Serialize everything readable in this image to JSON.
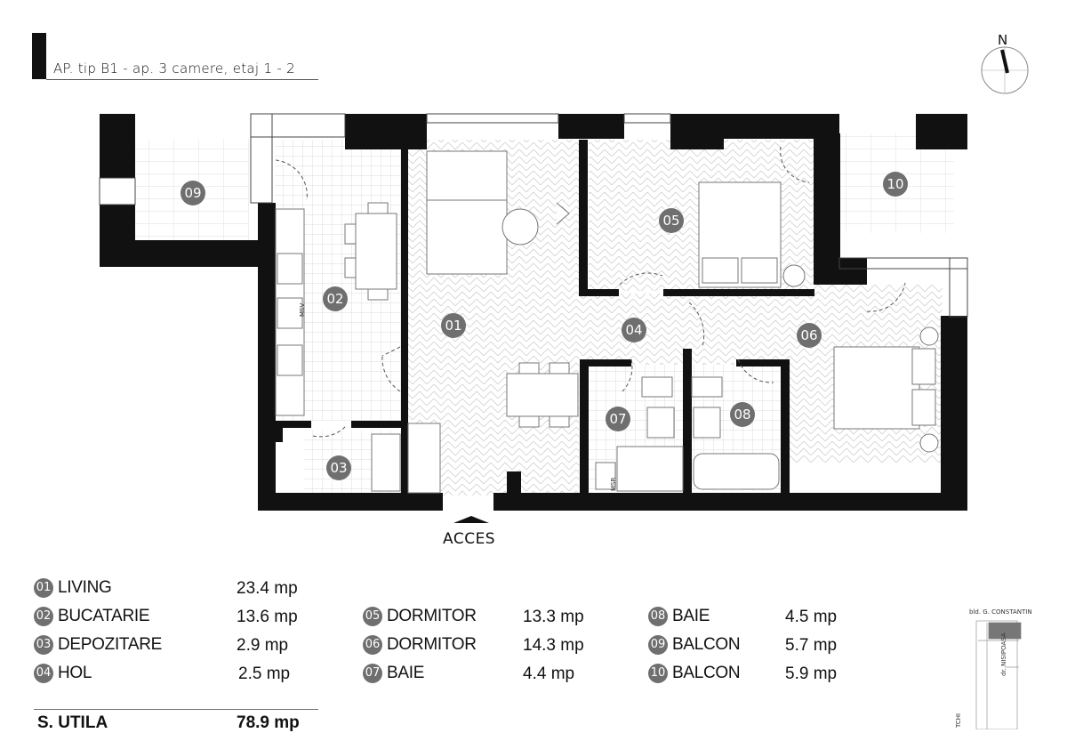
{
  "title": "AP. tip B1 - ap. 3 camere, etaj 1 - 2",
  "north_label": "N",
  "entrance_label": "ACCES",
  "rooms": [
    {
      "num": "01",
      "name": "LIVING",
      "area": "23.4 mp"
    },
    {
      "num": "02",
      "name": "BUCATARIE",
      "area": "13.6 mp"
    },
    {
      "num": "03",
      "name": "DEPOZITARE",
      "area": "2.9 mp"
    },
    {
      "num": "04",
      "name": "HOL",
      "area": "2.5 mp"
    },
    {
      "num": "05",
      "name": "DORMITOR",
      "area": "13.3 mp"
    },
    {
      "num": "06",
      "name": "DORMITOR",
      "area": "14.3 mp"
    },
    {
      "num": "07",
      "name": "BAIE",
      "area": "4.4 mp"
    },
    {
      "num": "08",
      "name": "BAIE",
      "area": "4.5 mp"
    },
    {
      "num": "09",
      "name": "BALCON",
      "area": "5.7 mp"
    },
    {
      "num": "10",
      "name": "BALCON",
      "area": "5.9 mp"
    }
  ],
  "total": {
    "label": "S. UTILA",
    "value": "78.9 mp"
  },
  "meter_label": "MSV",
  "meter_label_2": "MSR",
  "site_map": {
    "street_top": "bld. G. CONSTANTIN",
    "street_right": "dr. NISIPOASA",
    "street_left": "TCHI"
  },
  "colors": {
    "wall": "#111111",
    "badge": "#6f6f6f",
    "tile_line": "#cfcfcf",
    "herringbone": "#c8c8c8"
  }
}
